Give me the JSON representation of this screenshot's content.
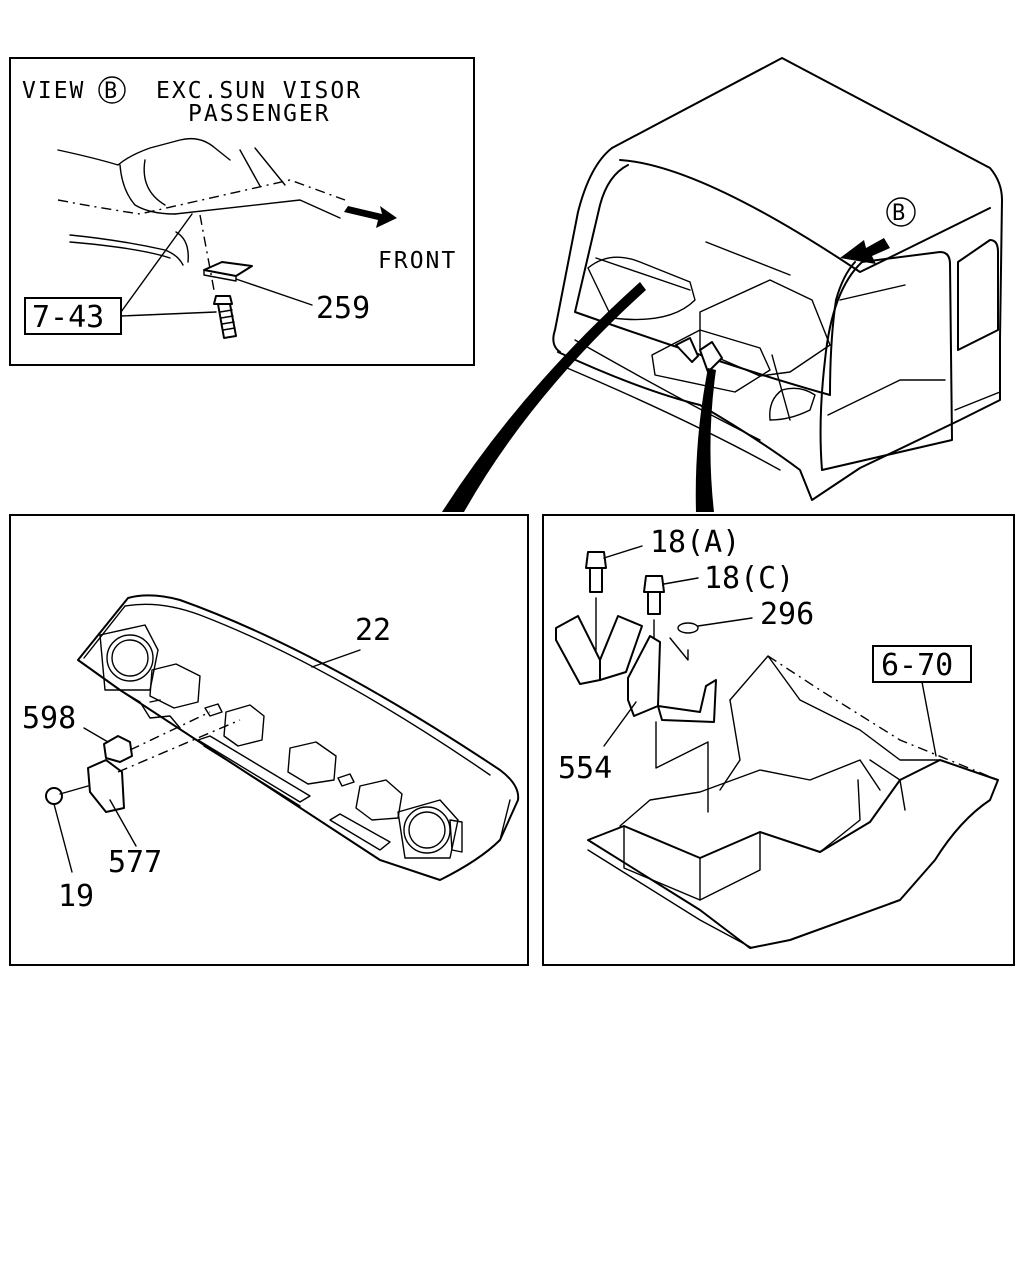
{
  "view_b_panel": {
    "view_text": "VIEW",
    "view_marker": "B",
    "exc_text": "EXC.SUN VISOR",
    "passenger_text": "PASSENGER",
    "front_text": "FRONT",
    "ref_7_43": "7-43",
    "part_259": "259"
  },
  "cab_overview": {
    "marker_b": "B"
  },
  "left_panel": {
    "part_22": "22",
    "part_598": "598",
    "part_577": "577",
    "part_19": "19"
  },
  "right_panel": {
    "part_18a": "18(A)",
    "part_18c": "18(C)",
    "part_296": "296",
    "part_554": "554",
    "ref_6_70": "6-70"
  }
}
